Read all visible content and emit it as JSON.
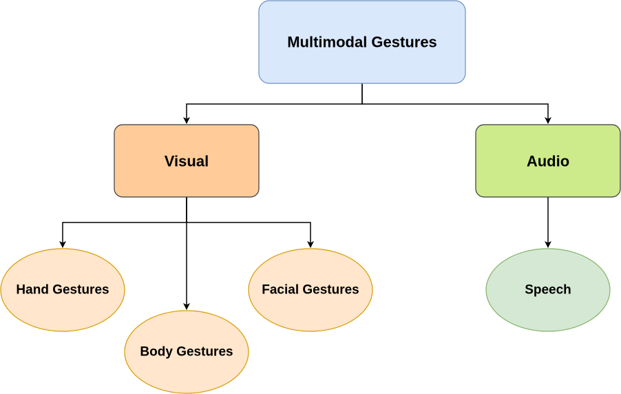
{
  "diagram": {
    "root": {
      "label": "Multimodal Gestures",
      "fill": "#dae8fc",
      "stroke": "#6c8ebf"
    },
    "visual": {
      "label": "Visual",
      "fill": "#ffcc99",
      "stroke": "#36393d"
    },
    "audio": {
      "label": "Audio",
      "fill": "#cdeb8b",
      "stroke": "#36393d"
    },
    "hand": {
      "label": "Hand Gestures",
      "fill": "#ffe6cc",
      "stroke": "#d79b00"
    },
    "body": {
      "label": "Body Gestures",
      "fill": "#ffe6cc",
      "stroke": "#d79b00"
    },
    "facial": {
      "label": "Facial Gestures",
      "fill": "#ffe6cc",
      "stroke": "#d79b00"
    },
    "speech": {
      "label": "Speech",
      "fill": "#d5e8d4",
      "stroke": "#82b366"
    },
    "edges": [
      {
        "from": "Multimodal Gestures",
        "to": "Visual"
      },
      {
        "from": "Multimodal Gestures",
        "to": "Audio"
      },
      {
        "from": "Visual",
        "to": "Hand Gestures"
      },
      {
        "from": "Visual",
        "to": "Body Gestures"
      },
      {
        "from": "Visual",
        "to": "Facial Gestures"
      },
      {
        "from": "Audio",
        "to": "Speech"
      }
    ]
  }
}
